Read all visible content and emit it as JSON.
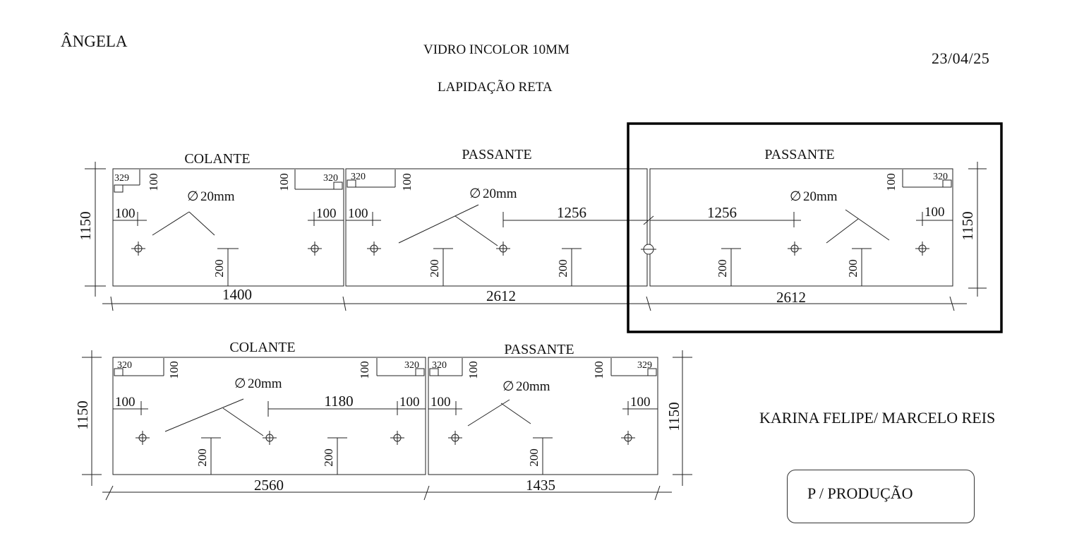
{
  "header": {
    "client": "ÂNGELA",
    "title_line1": "VIDRO INCOLOR 10MM",
    "title_line2": "LAPIDAÇÃO RETA",
    "date": "23/04/25"
  },
  "footer": {
    "persons": "KARINA FELIPE/ MARCELO REIS",
    "stamp": "P / PRODUÇÃO"
  },
  "drawing": {
    "hole_label": "20mm",
    "height": "1150",
    "hole_offset": "100",
    "hole_rise": "200",
    "row1": {
      "panels": [
        {
          "label": "COLANTE",
          "width": "1400",
          "corner_left": "329",
          "corner_right": "320",
          "notch_left": "100",
          "notch_right": "100"
        },
        {
          "label": "PASSANTE",
          "width": "2612",
          "corner_left": "320",
          "notch_left": "100",
          "spacing": "1256"
        },
        {
          "label": "PASSANTE",
          "width": "2612",
          "corner_right": "320",
          "notch_right": "100",
          "spacing": "1256"
        }
      ]
    },
    "row2": {
      "panels": [
        {
          "label": "COLANTE",
          "width": "2560",
          "corner_left": "320",
          "corner_right": "320",
          "notch_left": "100",
          "notch_right": "100",
          "spacing": "1180"
        },
        {
          "label": "PASSANTE",
          "width": "1435",
          "corner_left": "320",
          "corner_right": "329",
          "notch_left": "100",
          "notch_right": "100"
        }
      ]
    }
  }
}
